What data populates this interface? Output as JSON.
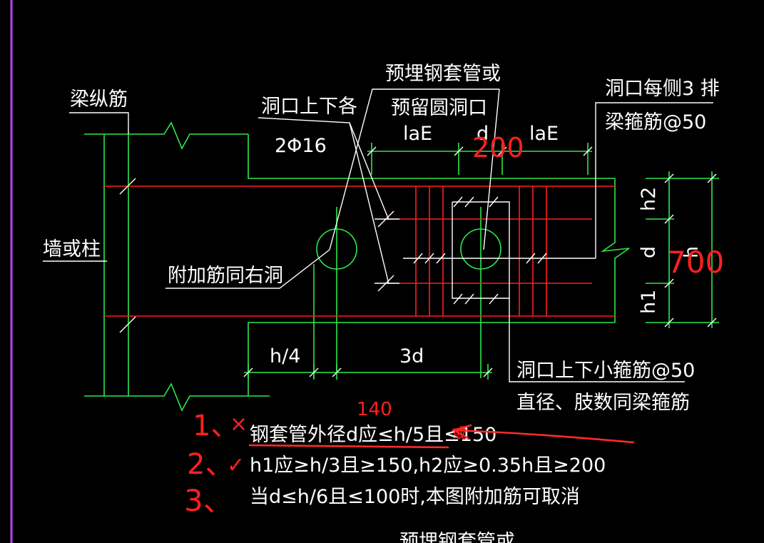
{
  "colors": {
    "background": "#000000",
    "outline": "#2ee84a",
    "rebar": "#ff1e1e",
    "text": "#ffffff",
    "markup": "#ff2a2a",
    "frame": "#c040ff"
  },
  "labels": {
    "beam_longitudinal": "梁纵筋",
    "wall_or_column": "墙或柱",
    "hole_top_bottom": "洞口上下各",
    "bars_2phi16": "2Φ16",
    "sleeve_line1": "预埋钢套管或",
    "sleeve_line2": "预留圆洞口",
    "lae_left": "laE",
    "d_top": "d",
    "lae_right": "laE",
    "stirrup_line1": "洞口每侧3 排",
    "stirrup_line2": "梁箍筋@50",
    "additional_bars": "附加筋同右洞",
    "dim_h2": "h2",
    "dim_d_right": "d",
    "dim_h": "h",
    "dim_h1": "h1",
    "dim_h_quarter": "h/4",
    "dim_3d": "3d",
    "small_stirrup_line1": "洞口上下小箍筋@50",
    "small_stirrup_line2": "直径、肢数同梁箍筋",
    "bottom_partial": "预埋钢套管或"
  },
  "notes": [
    "钢套管外径d应≤h/5且≤150",
    "h1应≥h/3且≥150,h2应≥0.35h且≥200",
    "当d≤h/6且≤100时,本图附加筋可取消"
  ],
  "annotations": {
    "num1": "1、",
    "num2": "2、",
    "num3": "3、",
    "mark_x": "×",
    "mark_check": "✓",
    "value_140": "140",
    "value_200": "200",
    "value_700": "700",
    "or_text": "或"
  }
}
